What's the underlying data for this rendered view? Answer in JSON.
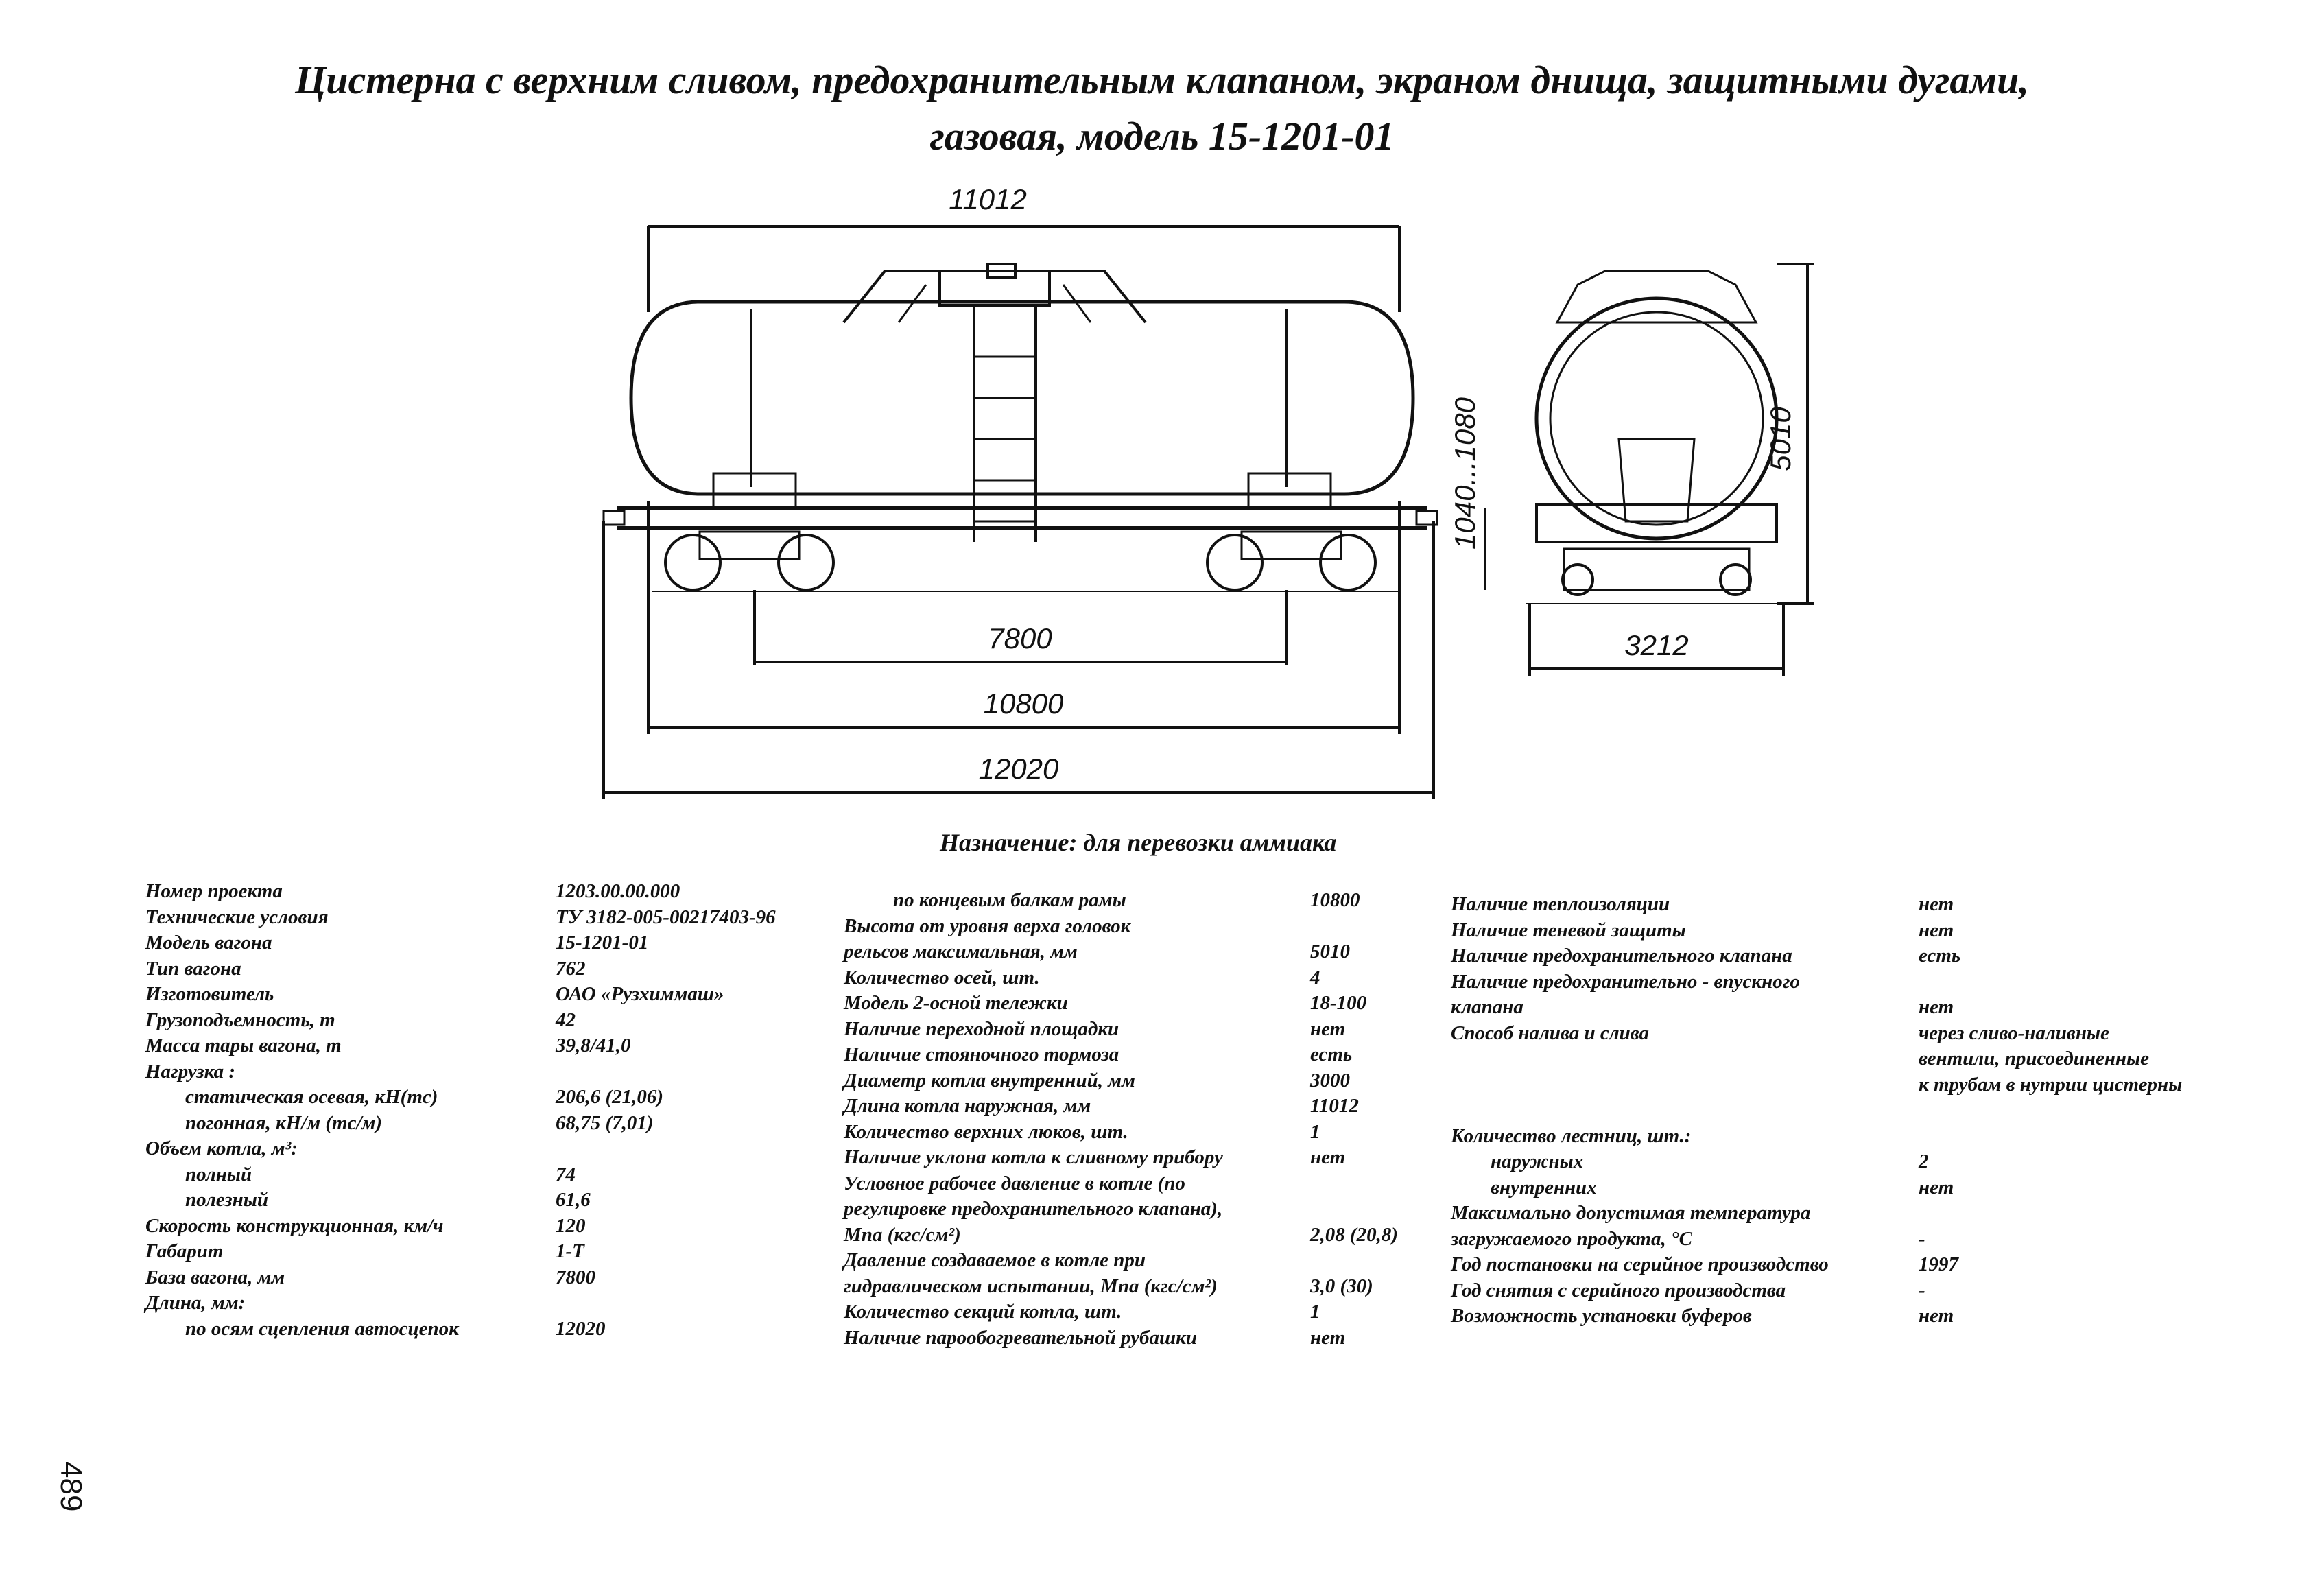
{
  "header": {
    "title_line1": "Цистерна с верхним сливом, предохранительным клапаном, экраном днища, защитными дугами,",
    "title_line2": "газовая, модель 15-1201-01"
  },
  "drawing": {
    "dim_length_boiler": "11012",
    "dim_base": "7800",
    "dim_frame": "10800",
    "dim_coupling": "12020",
    "dim_height_range": "1040...1080",
    "dim_height": "5010",
    "dim_width": "3212"
  },
  "purpose": "Назначение: для перевозки аммиака",
  "col1": [
    {
      "label": "Номер проекта",
      "value": "1203.00.00.000",
      "indent": 0
    },
    {
      "label": "Технические условия",
      "value": "ТУ 3182-005-00217403-96",
      "indent": 0
    },
    {
      "label": "Модель вагона",
      "value": "15-1201-01",
      "indent": 0
    },
    {
      "label": "Тип вагона",
      "value": "762",
      "indent": 0
    },
    {
      "label": "Изготовитель",
      "value": "ОАО «Рузхиммаш»",
      "indent": 0
    },
    {
      "label": "Грузоподъемность, т",
      "value": "42",
      "indent": 0
    },
    {
      "label": "Масса тары вагона, т",
      "value": "39,8/41,0",
      "indent": 0
    },
    {
      "label": "Нагрузка :",
      "value": "",
      "indent": 0
    },
    {
      "label": "статическая осевая, кН(тс)",
      "value": "206,6 (21,06)",
      "indent": 1
    },
    {
      "label": "погонная, кН/м (тс/м)",
      "value": "68,75 (7,01)",
      "indent": 1
    },
    {
      "label": "Объем котла, м³:",
      "value": "",
      "indent": 0
    },
    {
      "label": "полный",
      "value": "74",
      "indent": 1
    },
    {
      "label": "полезный",
      "value": "61,6",
      "indent": 1
    },
    {
      "label": "Скорость конструкционная, км/ч",
      "value": "120",
      "indent": 0
    },
    {
      "label": "Габарит",
      "value": "1-Т",
      "indent": 0
    },
    {
      "label": "База вагона, мм",
      "value": "7800",
      "indent": 0
    },
    {
      "label": "Длина, мм:",
      "value": "",
      "indent": 0
    },
    {
      "label": "по осям сцепления автосцепок",
      "value": "12020",
      "indent": 1
    }
  ],
  "col2": [
    {
      "label": "по концевым балкам рамы",
      "value": "10800",
      "indent": 1
    },
    {
      "label": "Высота от уровня верха головок",
      "value": "",
      "indent": 0
    },
    {
      "label": "рельсов максимальная, мм",
      "value": "5010",
      "indent": 0
    },
    {
      "label": "Количество осей, шт.",
      "value": "4",
      "indent": 0
    },
    {
      "label": "Модель 2-осной тележки",
      "value": "18-100",
      "indent": 0
    },
    {
      "label": "Наличие переходной площадки",
      "value": "нет",
      "indent": 0
    },
    {
      "label": "Наличие стояночного тормоза",
      "value": "есть",
      "indent": 0
    },
    {
      "label": "Диаметр котла внутренний, мм",
      "value": "3000",
      "indent": 0
    },
    {
      "label": "Длина котла наружная, мм",
      "value": "11012",
      "indent": 0
    },
    {
      "label": "Количество верхних люков, шт.",
      "value": "1",
      "indent": 0
    },
    {
      "label": "Наличие уклона котла к сливному прибору",
      "value": "нет",
      "indent": 0
    },
    {
      "label": "Условное рабочее давление в котле (по",
      "value": "",
      "indent": 0
    },
    {
      "label": "регулировке предохранительного клапана),",
      "value": "",
      "indent": 0
    },
    {
      "label": "Мпа (кгс/см²)",
      "value": "2,08 (20,8)",
      "indent": 0
    },
    {
      "label": "Давление создаваемое в котле при",
      "value": "",
      "indent": 0
    },
    {
      "label": "гидравлическом испытании, Мпа (кгс/см²)",
      "value": "3,0 (30)",
      "indent": 0
    },
    {
      "label": "Количество секций котла, шт.",
      "value": "1",
      "indent": 0
    },
    {
      "label": "Наличие парообогревательной рубашки",
      "value": "нет",
      "indent": 0
    }
  ],
  "col3": [
    {
      "label": "Наличие теплоизоляции",
      "value": "нет"
    },
    {
      "label": "Наличие теневой защиты",
      "value": "нет"
    },
    {
      "label": "Наличие предохранительного клапана",
      "value": "есть"
    },
    {
      "label": "Наличие предохранительно - впускного",
      "value": ""
    },
    {
      "label": "клапана",
      "value": "нет"
    },
    {
      "label": "Способ налива и слива",
      "value": "через сливо-наливные"
    },
    {
      "label": "",
      "value": "вентили, присоединенные"
    },
    {
      "label": "",
      "value": "к трубам в нутрии цистерны"
    },
    {
      "label": "",
      "value": ""
    },
    {
      "label": "Количество лестниц, шт.:",
      "value": ""
    },
    {
      "label": "наружных",
      "value": "2",
      "indent": 1
    },
    {
      "label": "внутренних",
      "value": "нет",
      "indent": 1
    },
    {
      "label": "Максимально допустимая температура",
      "value": ""
    },
    {
      "label": "загружаемого продукта, °С",
      "value": "-"
    },
    {
      "label": "Год постановки на серийное производство",
      "value": "1997"
    },
    {
      "label": "Год снятия с серийного производства",
      "value": "-"
    },
    {
      "label": "Возможность установки буферов",
      "value": "нет"
    }
  ],
  "page_number": "489"
}
